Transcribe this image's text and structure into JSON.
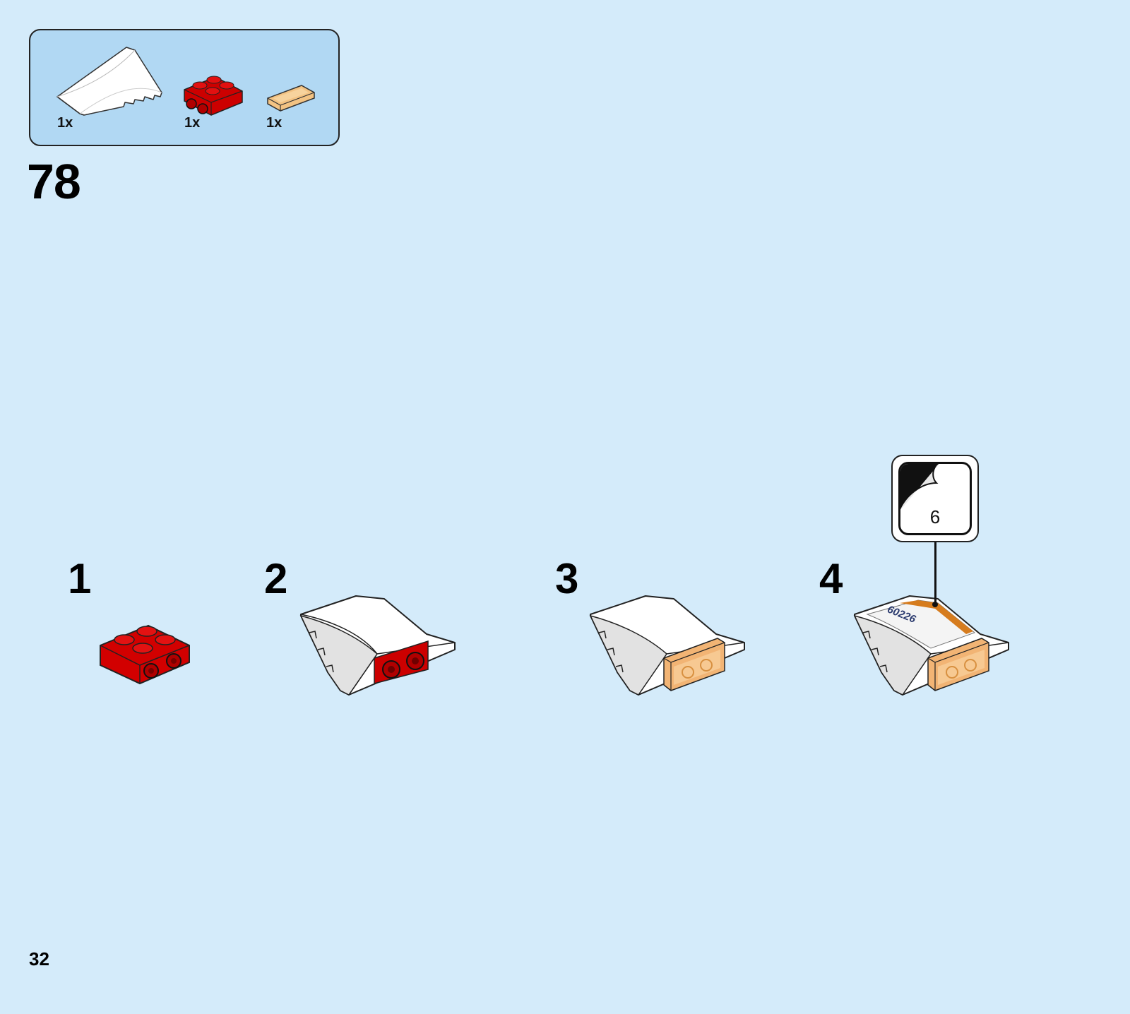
{
  "colors": {
    "background": "#d4ebfa",
    "parts_box_fill": "#b1d8f3",
    "white_brick": "#ffffff",
    "red_brick": "#dd0000",
    "trans_orange_tile": "#f7c98a",
    "sticker_orange": "#d67c1e"
  },
  "parts_list": {
    "items": [
      {
        "name": "white-wedge-curved-slope",
        "quantity": "1x"
      },
      {
        "name": "red-plate-2x2-with-pins",
        "quantity": "1x"
      },
      {
        "name": "trans-orange-tile-1x2",
        "quantity": "1x"
      }
    ]
  },
  "step": {
    "number": "78"
  },
  "substeps": [
    {
      "number": "1",
      "content": "red-plate-2x2-with-pins"
    },
    {
      "number": "2",
      "content": "white-wedge-on-red-plate"
    },
    {
      "number": "3",
      "content": "trans-orange-tile-added"
    },
    {
      "number": "4",
      "content": "sticker-applied"
    }
  ],
  "sticker_callout": {
    "number": "6",
    "sticker_text": "60226"
  },
  "page": {
    "number": "32"
  }
}
